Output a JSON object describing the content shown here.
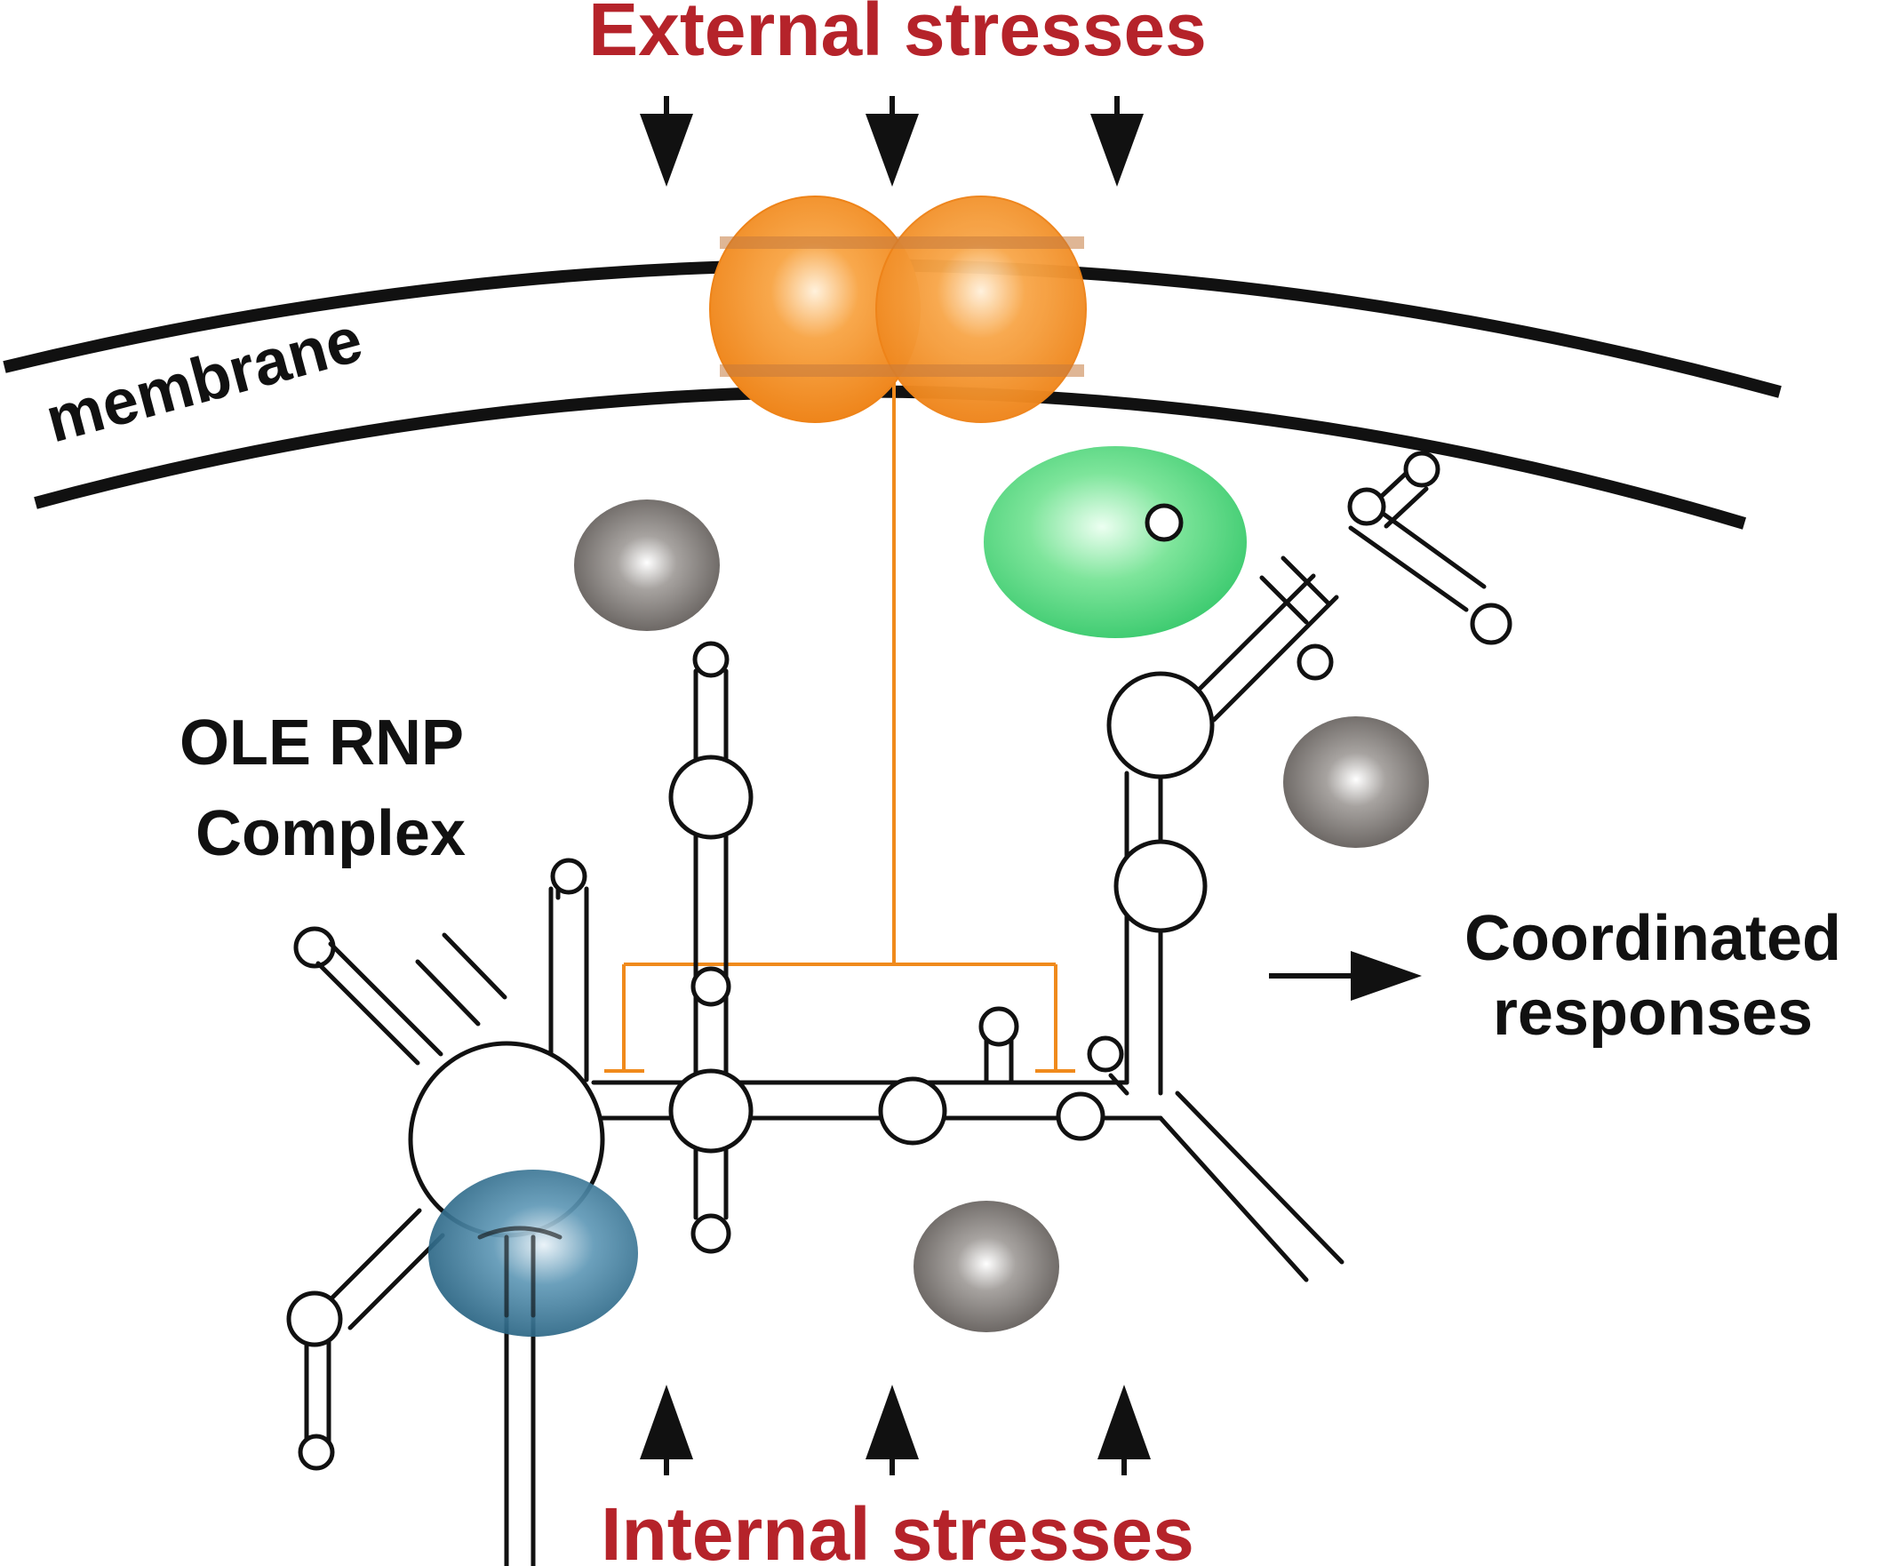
{
  "labels": {
    "external_stresses": "External stresses",
    "internal_stresses": "Internal stresses",
    "membrane": "membrane",
    "complex_line1": "OLE RNP",
    "complex_line2": "Complex",
    "responses_line1": "Coordinated",
    "responses_line2": "responses"
  },
  "colors": {
    "stress_text": "#b5232a",
    "orange_protein": "#f08a1c",
    "green_protein": "#3ecf72",
    "blue_protein": "#2e6f8e",
    "gray_particle": "#6e6a68",
    "ink": "#111111"
  }
}
